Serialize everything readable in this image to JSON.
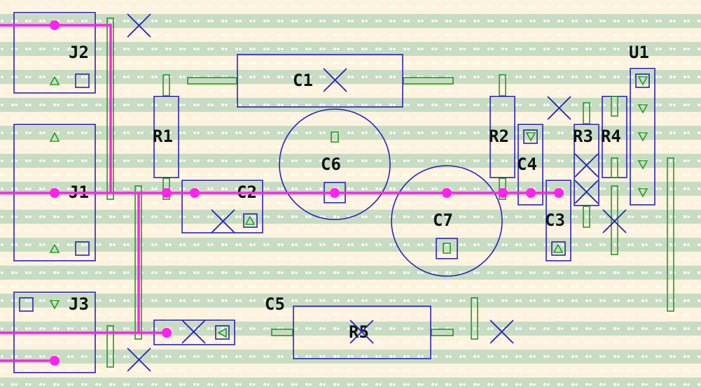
{
  "colors": {
    "background": "#fdf3df",
    "stripe": "#c8dcc4",
    "dot": "#ffffff",
    "component": "#2a24b4",
    "pad": "#1e9e1e",
    "wire": "#ff22ee",
    "label": "#111111"
  },
  "labels": {
    "j1": "J1",
    "j2": "J2",
    "j3": "J3",
    "c1": "C1",
    "c2": "C2",
    "c3": "C3",
    "c4": "C4",
    "c5": "C5",
    "c6": "C6",
    "c7": "C7",
    "r1": "R1",
    "r2": "R2",
    "r3": "R3",
    "r4": "R4",
    "r5": "R5",
    "u1": "U1"
  }
}
